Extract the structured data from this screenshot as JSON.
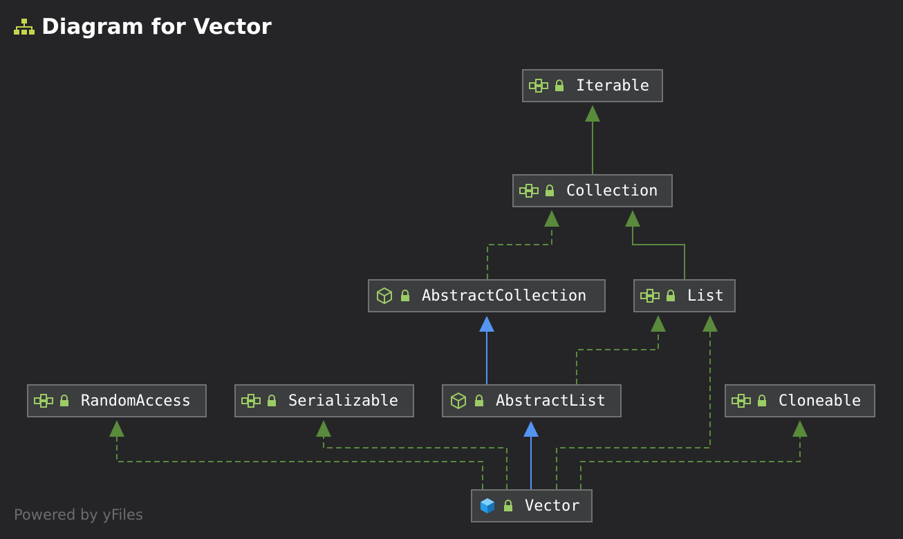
{
  "title": "Diagram for Vector",
  "footer": "Powered by yFiles",
  "colors": {
    "background": "#252528",
    "node_fill": "#3c3d3f",
    "node_border": "#707173",
    "interface_icon": "#9ccc65",
    "extends_edge": "#5495f1",
    "implements_edge": "#5a8a3c"
  },
  "nodes": {
    "iterable": {
      "label": "Iterable",
      "kind": "interface"
    },
    "collection": {
      "label": "Collection",
      "kind": "interface"
    },
    "abstract_collection": {
      "label": "AbstractCollection",
      "kind": "abstract-class"
    },
    "list": {
      "label": "List",
      "kind": "interface"
    },
    "random_access": {
      "label": "RandomAccess",
      "kind": "interface"
    },
    "serializable": {
      "label": "Serializable",
      "kind": "interface"
    },
    "abstract_list": {
      "label": "AbstractList",
      "kind": "abstract-class"
    },
    "cloneable": {
      "label": "Cloneable",
      "kind": "interface"
    },
    "vector": {
      "label": "Vector",
      "kind": "class"
    }
  },
  "edges": [
    {
      "from": "Collection",
      "to": "Iterable",
      "type": "extends-interface"
    },
    {
      "from": "AbstractCollection",
      "to": "Collection",
      "type": "implements"
    },
    {
      "from": "List",
      "to": "Collection",
      "type": "extends-interface"
    },
    {
      "from": "AbstractList",
      "to": "AbstractCollection",
      "type": "extends"
    },
    {
      "from": "AbstractList",
      "to": "List",
      "type": "implements"
    },
    {
      "from": "Vector",
      "to": "AbstractList",
      "type": "extends"
    },
    {
      "from": "Vector",
      "to": "RandomAccess",
      "type": "implements"
    },
    {
      "from": "Vector",
      "to": "Serializable",
      "type": "implements"
    },
    {
      "from": "Vector",
      "to": "List",
      "type": "implements"
    },
    {
      "from": "Vector",
      "to": "Cloneable",
      "type": "implements"
    }
  ]
}
